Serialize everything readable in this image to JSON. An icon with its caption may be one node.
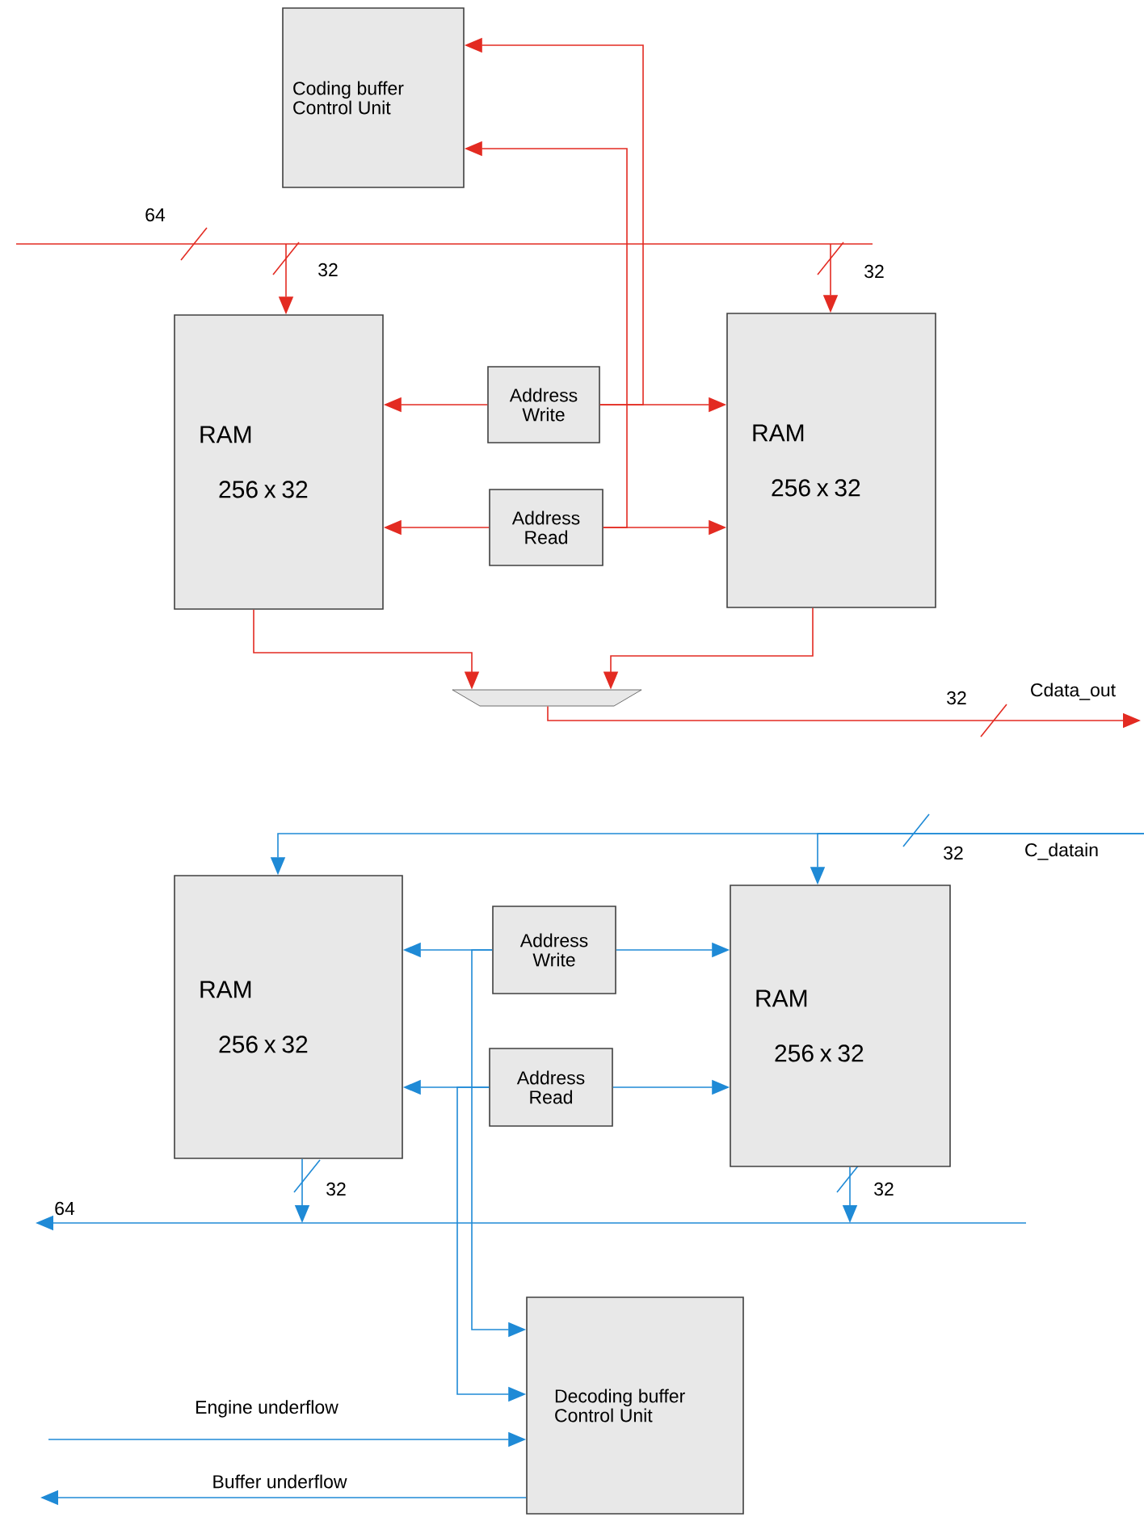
{
  "diagram": {
    "nodes": [
      {
        "text": [
          "Coding buffer Control Unit"
        ]
      },
      {
        "text": [
          "RAM",
          "256 x 32"
        ]
      },
      {
        "text": [
          "Address Write"
        ]
      },
      {
        "text": [
          "Address Read"
        ]
      },
      {
        "text": [
          "RAM",
          "256 x 32"
        ]
      },
      {
        "text": [],
        "shape": "trapezoid"
      },
      {
        "text": [
          "RAM",
          "256 x 32"
        ]
      },
      {
        "text": [
          "Address Write"
        ]
      },
      {
        "text": [
          "Address Read"
        ]
      },
      {
        "text": [
          "RAM",
          "256 x 32"
        ]
      },
      {
        "text": [
          "Decoding buffer Control Unit"
        ]
      }
    ],
    "edges": [
      {
        "from": null,
        "to": 1,
        "arrow": "to",
        "label": "32",
        "color": "#e32b22"
      },
      {
        "from": null,
        "to": 4,
        "arrow": "to",
        "label": "32",
        "color": "#e32b22"
      },
      {
        "from": 2,
        "to": 1,
        "arrow": "to",
        "color": "#e32b22"
      },
      {
        "from": 2,
        "to": 4,
        "arrow": "to",
        "color": "#e32b22"
      },
      {
        "from": 2,
        "to": 0,
        "arrow": "to",
        "color": "#e32b22"
      },
      {
        "from": 3,
        "to": 1,
        "arrow": "to",
        "color": "#e32b22"
      },
      {
        "from": 3,
        "to": 4,
        "arrow": "to",
        "color": "#e32b22"
      },
      {
        "from": 3,
        "to": 0,
        "arrow": "to",
        "color": "#e32b22"
      },
      {
        "from": 1,
        "to": 5,
        "arrow": "to",
        "color": "#e32b22"
      },
      {
        "from": 4,
        "to": 5,
        "arrow": "to",
        "color": "#e32b22"
      },
      {
        "from": 5,
        "to": null,
        "arrow": "to",
        "label": "Cdata_out",
        "color": "#e32b22"
      },
      {
        "from": null,
        "to": 6,
        "arrow": "to"
      },
      {
        "from": null,
        "to": 9,
        "arrow": "to",
        "label": "32"
      },
      {
        "from": 7,
        "to": 6,
        "arrow": "to"
      },
      {
        "from": 7,
        "to": 9,
        "arrow": "to"
      },
      {
        "from": 7,
        "to": 10,
        "arrow": "to"
      },
      {
        "from": 8,
        "to": 6,
        "arrow": "to"
      },
      {
        "from": 8,
        "to": 9,
        "arrow": "to"
      },
      {
        "from": 8,
        "to": 10,
        "arrow": "to"
      },
      {
        "from": 6,
        "to": null,
        "arrow": "to",
        "label": "32"
      },
      {
        "from": 9,
        "to": null,
        "arrow": "to",
        "label": "32"
      },
      {
        "from": null,
        "to": 10,
        "arrow": "to",
        "label": "Engine underflow"
      },
      {
        "from": 10,
        "to": null,
        "arrow": "to",
        "label": "Buffer underflow"
      }
    ],
    "labels": [
      "64",
      "32",
      "C_datain",
      "64"
    ]
  }
}
